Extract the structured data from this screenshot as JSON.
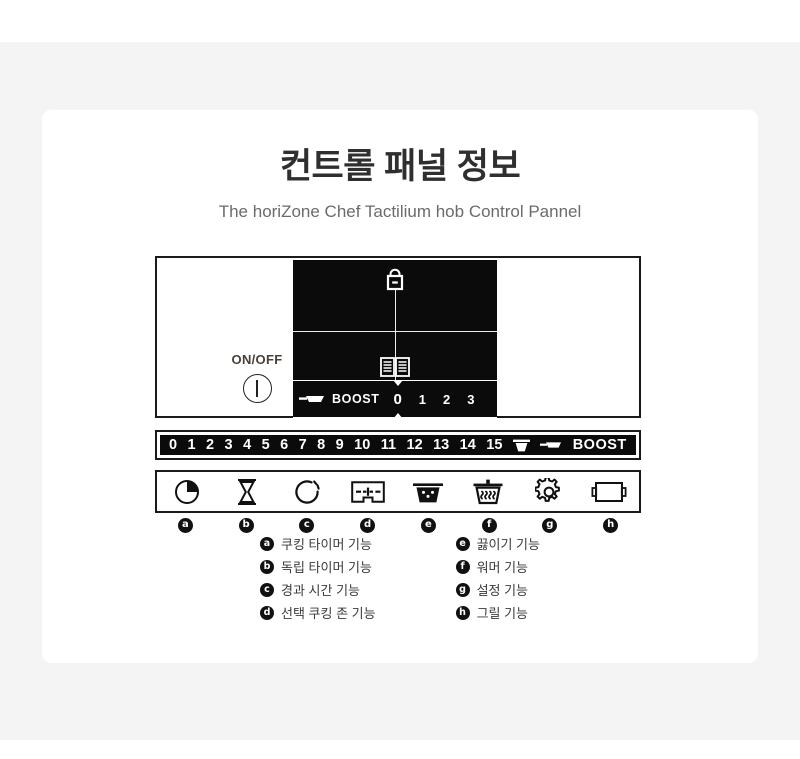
{
  "header": {
    "title": "컨트롤 패널 정보",
    "subtitle": "The horiZone Chef Tactilium hob Control Pannel"
  },
  "panel": {
    "onoff_label": "ON/OFF",
    "power_icon": "power-icon",
    "display": {
      "lock_icon": "padlock-icon",
      "book_icon": "open-book-icon",
      "slider": {
        "pan_icon": "pan-icon",
        "boost_label": "BOOST",
        "levels": [
          "0",
          "1",
          "2",
          "3"
        ],
        "selected_level": "0"
      }
    }
  },
  "power_scale": {
    "numbers": [
      "0",
      "1",
      "2",
      "3",
      "4",
      "5",
      "6",
      "7",
      "8",
      "9",
      "10",
      "11",
      "12",
      "13",
      "14",
      "15"
    ],
    "pot_icon": "pot-icon",
    "pan_icon": "pan-icon",
    "boost_label": "BOOST"
  },
  "function_bar": {
    "icons": [
      {
        "key": "a",
        "icon": "cooking-timer-icon"
      },
      {
        "key": "b",
        "icon": "hourglass-icon"
      },
      {
        "key": "c",
        "icon": "elapsed-time-icon"
      },
      {
        "key": "d",
        "icon": "cooking-zone-select-icon"
      },
      {
        "key": "e",
        "icon": "boiling-pot-icon"
      },
      {
        "key": "f",
        "icon": "warmer-icon"
      },
      {
        "key": "g",
        "icon": "gear-icon"
      },
      {
        "key": "h",
        "icon": "grill-pan-icon"
      }
    ],
    "badges": [
      "a",
      "b",
      "c",
      "d",
      "e",
      "f",
      "g",
      "h"
    ]
  },
  "legend": {
    "left": [
      {
        "key": "a",
        "text": "쿠킹 타이머 기능"
      },
      {
        "key": "b",
        "text": "독립 타이머 기능"
      },
      {
        "key": "c",
        "text": "경과 시간 기능"
      },
      {
        "key": "d",
        "text": "선택 쿠킹 존 기능"
      }
    ],
    "right": [
      {
        "key": "e",
        "text": "끓이기 기능"
      },
      {
        "key": "f",
        "text": "워머 기능"
      },
      {
        "key": "g",
        "text": "설정 기능"
      },
      {
        "key": "h",
        "text": "그릴 기능"
      }
    ]
  },
  "colors": {
    "page_background": "#f4f4f4",
    "card_background": "#ffffff",
    "display_background": "#0b0b0b",
    "title_color": "#2f2f2f",
    "subtitle_color": "#6b6b6b",
    "onoff_color": "#4a403a",
    "border_color": "#1a1a1a"
  }
}
